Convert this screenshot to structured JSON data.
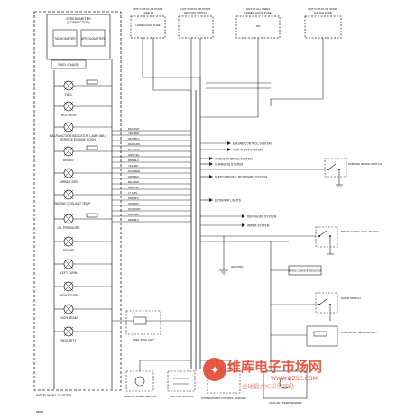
{
  "gauge_assembly": {
    "box1_line1": "SPEEDOMETER",
    "box1_line2": "(CONNECTOR)",
    "tach": "TACHOMETER",
    "speed": "SPEEDOMETER",
    "fuel_gauge": "FUEL GAUGE",
    "footer": "INSTRUMENT CLUSTER"
  },
  "indicators": [
    "FUEL",
    "HOT/HIGH",
    "MALFUNCTION INDICATOR LAMP (MIL)",
    "SERVICE ENGINE SOON",
    "BRAKE",
    "AIRBAG SRS",
    "ENGINE COOLANT TEMP",
    "OIL PRESSURE",
    "CRUISE",
    "LEFT TURN",
    "RIGHT TURN",
    "HIGH BEAM",
    "SECURITY"
  ],
  "top_connectors": [
    {
      "line1": "HOT IN RUN OR START",
      "line2": "FUSE 14",
      "line3": "UNDER-DASH FUSE"
    },
    {
      "line1": "HOT IN RUN OR START",
      "line2": "IGNITION SWITCH",
      "line3": ""
    },
    {
      "line1": "HOT AT ALL TIMES",
      "line2": "UNDER-HOOD FUSE",
      "line3": "15A"
    },
    {
      "line1": "HOT IN RUN OR START",
      "line2": "GAUGE FUSE",
      "line3": ""
    }
  ],
  "bus_labels": [
    "BLK/WHT",
    "YEL/RED",
    "WHT/BLU",
    "RED/GRN",
    "BLU/WHT",
    "GRN/YEL",
    "BRN/BLK",
    "YEL/BLK",
    "WHT/RED",
    "GRN/BLK",
    "BLU/RED",
    "RED/YEL",
    "LT GRN",
    "PNK/BLK",
    "ORN/BLU",
    "WHT/GRN",
    "BLU/YEL",
    "RED/BLK"
  ],
  "systems": [
    "ENGINE CONTROL SYSTEM",
    "ANTI-THEFT SYSTEM",
    "ANTILOCK BRAKE SYSTEM",
    "CHARGING SYSTEM",
    "SUPPLEMENTAL RESTRAINT SYSTEM",
    "EXTERIOR LIGHTS",
    "DEFOGGER SYSTEM",
    "WIPER SYSTEM"
  ],
  "right_components": [
    "PARKING BRAKE SWITCH",
    "BRAKE FLUID LEVEL SWITCH",
    "BRAKE CHANGE RESISTOR",
    "DOOR SWITCH",
    "FUEL LEVEL SENDING UNIT",
    "COOLANT TEMP SENDER"
  ],
  "bottom_components": [
    "FUEL TANK UNIT",
    "VEHICLE SPEED SENSOR",
    "POWERTRAIN CONTROL MODULE",
    "IGNITION SWITCH",
    "GROUND"
  ],
  "watermark": {
    "brand": "维库电子市场网",
    "url": "WWW.DZSC.COM",
    "slogan": "全球最大IC采购网站"
  },
  "page_ref": "88602"
}
